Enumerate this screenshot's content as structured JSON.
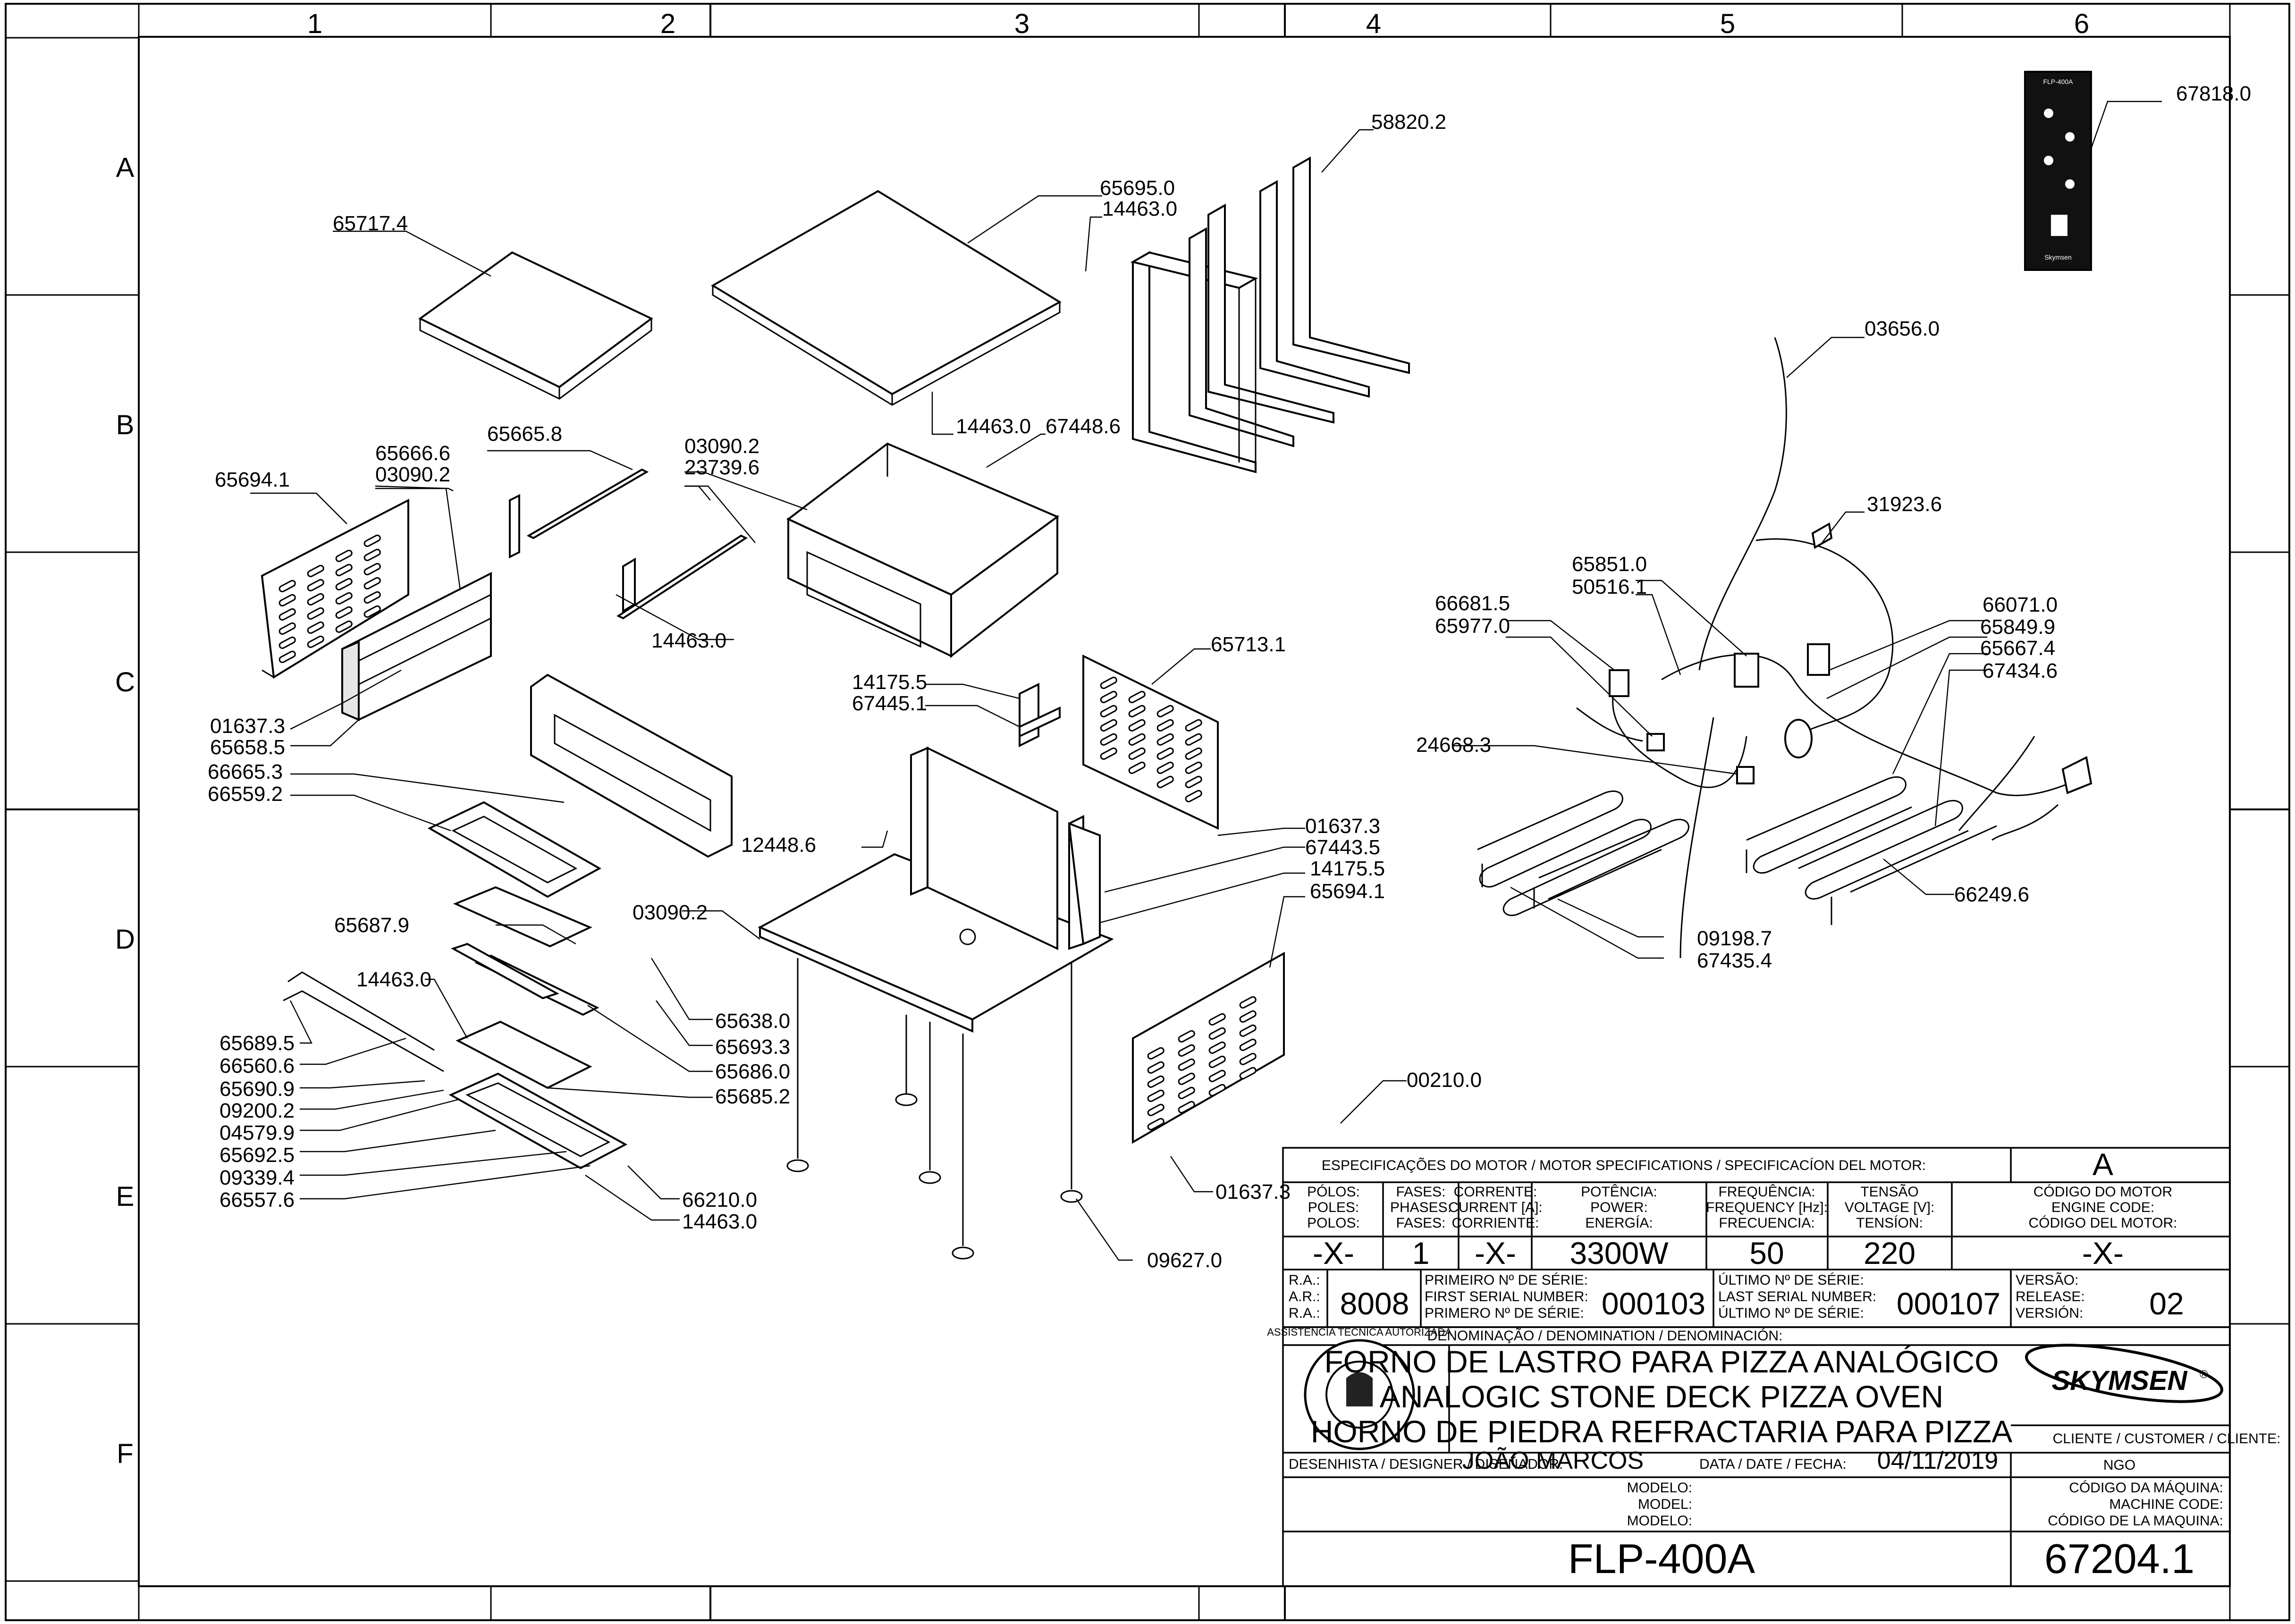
{
  "grid": {
    "columns": [
      "1",
      "2",
      "3",
      "4",
      "5",
      "6"
    ],
    "rows": [
      "A",
      "B",
      "C",
      "D",
      "E",
      "F"
    ]
  },
  "callouts": [
    {
      "id": "c1",
      "text": "67818.0"
    },
    {
      "id": "c2",
      "text": "58820.2"
    },
    {
      "id": "c3",
      "text": "65695.0"
    },
    {
      "id": "c4",
      "text": "14463.0"
    },
    {
      "id": "c5",
      "text": "65717.4"
    },
    {
      "id": "c6",
      "text": "03656.0"
    },
    {
      "id": "c7",
      "text": "14463.0"
    },
    {
      "id": "c8",
      "text": "67448.6"
    },
    {
      "id": "c9",
      "text": "65665.8"
    },
    {
      "id": "c10",
      "text": "65666.6"
    },
    {
      "id": "c11",
      "text": "03090.2"
    },
    {
      "id": "c12",
      "text": "03090.2"
    },
    {
      "id": "c13",
      "text": "23739.6"
    },
    {
      "id": "c14",
      "text": "65694.1"
    },
    {
      "id": "c15",
      "text": "31923.6"
    },
    {
      "id": "c16",
      "text": "65851.0"
    },
    {
      "id": "c17",
      "text": "50516.1"
    },
    {
      "id": "c18",
      "text": "66681.5"
    },
    {
      "id": "c19",
      "text": "65977.0"
    },
    {
      "id": "c20",
      "text": "66071.0"
    },
    {
      "id": "c21",
      "text": "65849.9"
    },
    {
      "id": "c22",
      "text": "65667.4"
    },
    {
      "id": "c23",
      "text": "67434.6"
    },
    {
      "id": "c24",
      "text": "14463.0"
    },
    {
      "id": "c25",
      "text": "65713.1"
    },
    {
      "id": "c26",
      "text": "14175.5"
    },
    {
      "id": "c27",
      "text": "67445.1"
    },
    {
      "id": "c28",
      "text": "01637.3"
    },
    {
      "id": "c29",
      "text": "65658.5"
    },
    {
      "id": "c30",
      "text": "66665.3"
    },
    {
      "id": "c31",
      "text": "66559.2"
    },
    {
      "id": "c32",
      "text": "24668.3"
    },
    {
      "id": "c33",
      "text": "12448.6"
    },
    {
      "id": "c34",
      "text": "01637.3"
    },
    {
      "id": "c35",
      "text": "67443.5"
    },
    {
      "id": "c36",
      "text": "14175.5"
    },
    {
      "id": "c37",
      "text": "65694.1"
    },
    {
      "id": "c38",
      "text": "66249.6"
    },
    {
      "id": "c39",
      "text": "65687.9"
    },
    {
      "id": "c40",
      "text": "03090.2"
    },
    {
      "id": "c41",
      "text": "14463.0"
    },
    {
      "id": "c42",
      "text": "09198.7"
    },
    {
      "id": "c43",
      "text": "67435.4"
    },
    {
      "id": "c44",
      "text": "65638.0"
    },
    {
      "id": "c45",
      "text": "65693.3"
    },
    {
      "id": "c46",
      "text": "65686.0"
    },
    {
      "id": "c47",
      "text": "65685.2"
    },
    {
      "id": "c48",
      "text": "65689.5"
    },
    {
      "id": "c49",
      "text": "66560.6"
    },
    {
      "id": "c50",
      "text": "65690.9"
    },
    {
      "id": "c51",
      "text": "09200.2"
    },
    {
      "id": "c52",
      "text": "04579.9"
    },
    {
      "id": "c53",
      "text": "65692.5"
    },
    {
      "id": "c54",
      "text": "09339.4"
    },
    {
      "id": "c55",
      "text": "66557.6"
    },
    {
      "id": "c56",
      "text": "00210.0"
    },
    {
      "id": "c57",
      "text": "66210.0"
    },
    {
      "id": "c58",
      "text": "14463.0"
    },
    {
      "id": "c59",
      "text": "01637.3"
    },
    {
      "id": "c60",
      "text": "09627.0"
    }
  ],
  "control_panel": {
    "model": "FLP-400A",
    "brand": "Skymsen"
  },
  "title_block": {
    "motor_spec_header": "ESPECIFICAÇÕES DO MOTOR / MOTOR SPECIFICATIONS / SPECIFICACÍON DEL MOTOR:",
    "motor_letter": "A",
    "columns": [
      {
        "label1": "PÓLOS:",
        "label2": "POLES:",
        "label3": "POLOS:",
        "value": "-X-"
      },
      {
        "label1": "FASES:",
        "label2": "PHASES:",
        "label3": "FASES:",
        "value": "1"
      },
      {
        "label1": "CORRENTE:",
        "label2": "CURRENT [A]:",
        "label3": "CORRIENTE:",
        "value": "-X-"
      },
      {
        "label1": "POTÊNCIA:",
        "label2": "POWER:",
        "label3": "ENERGÍA:",
        "value": "3300W"
      },
      {
        "label1": "FREQUÊNCIA:",
        "label2": "FREQUENCY [Hz]:",
        "label3": "FRECUENCIA:",
        "value": "50"
      },
      {
        "label1": "TENSÃO",
        "label2": "VOLTAGE [V]:",
        "label3": "TENSÍON:",
        "value": "220"
      },
      {
        "label1": "CÓDIGO DO MOTOR",
        "label2": "ENGINE CODE:",
        "label3": "CÓDIGO DEL MOTOR:",
        "value": "-X-"
      }
    ],
    "ra_labels": [
      "R.A.:",
      "A.R.:",
      "R.A.:"
    ],
    "ra_value": "8008",
    "first_serial_labels": [
      "PRIMEIRO Nº DE SÉRIE:",
      "FIRST SERIAL NUMBER:",
      "PRIMERO Nº DE SÉRIE:"
    ],
    "first_serial_value": "000103",
    "last_serial_labels": [
      "ÚLTIMO Nº DE SÉRIE:",
      "LAST SERIAL NUMBER:",
      "ÚLTIMO Nº DE SÉRIE:"
    ],
    "last_serial_value": "000107",
    "version_labels": [
      "VERSÃO:",
      "RELEASE:",
      "VERSIÓN:"
    ],
    "version_value": "02",
    "denomination_header": "DENOMINAÇÃO / DENOMINATION / DENOMINACIÓN:",
    "names": [
      "FORNO DE LASTRO PARA PIZZA ANALÓGICO",
      "ANALOGIC STONE DECK PIZZA OVEN",
      "HORNO DE PIEDRA REFRACTARIA PARA PIZZA"
    ],
    "brand_logo": "SKYMSEN",
    "brand_mark": "®",
    "seal_text": "ASSISTÊNCIA TÉCNICA AUTORIZADA",
    "designer_label": "DESENHISTA / DESIGNER / DISEÑADOR:",
    "designer_value": "JOÃO MARCOS",
    "date_label": "DATA / DATE / FECHA:",
    "date_value": "04/11/2019",
    "client_label": "CLIENTE / CUSTOMER / CLIENTE:",
    "client_value": "NGO",
    "model_labels": [
      "MODELO:",
      "MODEL:",
      "MODELO:"
    ],
    "model_value": "FLP-400A",
    "machine_code_labels": [
      "CÓDIGO DA MÁQUINA:",
      "MACHINE CODE:",
      "CÓDIGO DE LA MAQUINA:"
    ],
    "machine_code_value": "67204.1"
  }
}
